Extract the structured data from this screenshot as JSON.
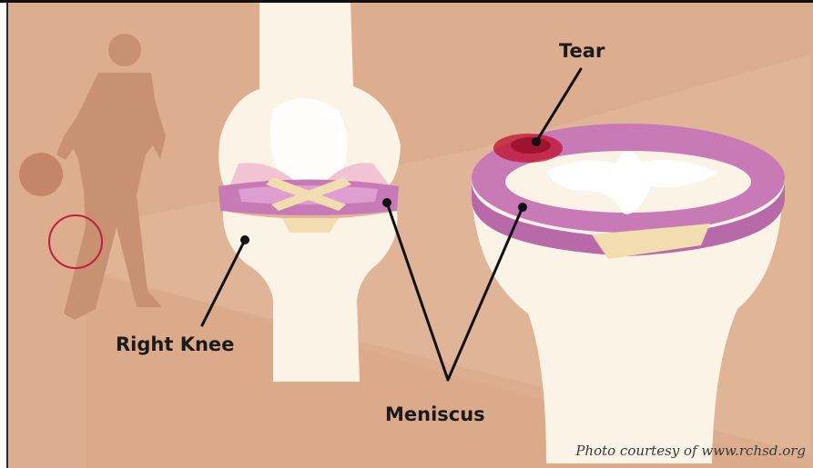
{
  "labels": {
    "tear": "Tear",
    "right_knee": "Right Knee",
    "meniscus": "Meniscus"
  },
  "credit": "Photo courtesy of www.rchsd.org",
  "colors": {
    "background": "#dcad8e",
    "bone": "#fbf3e6",
    "meniscus": "#c77ab5",
    "cartilage": "#f2ddb0",
    "tear": "#c0102e",
    "highlight_circle": "#c0203a",
    "silhouette": "#c89272"
  }
}
